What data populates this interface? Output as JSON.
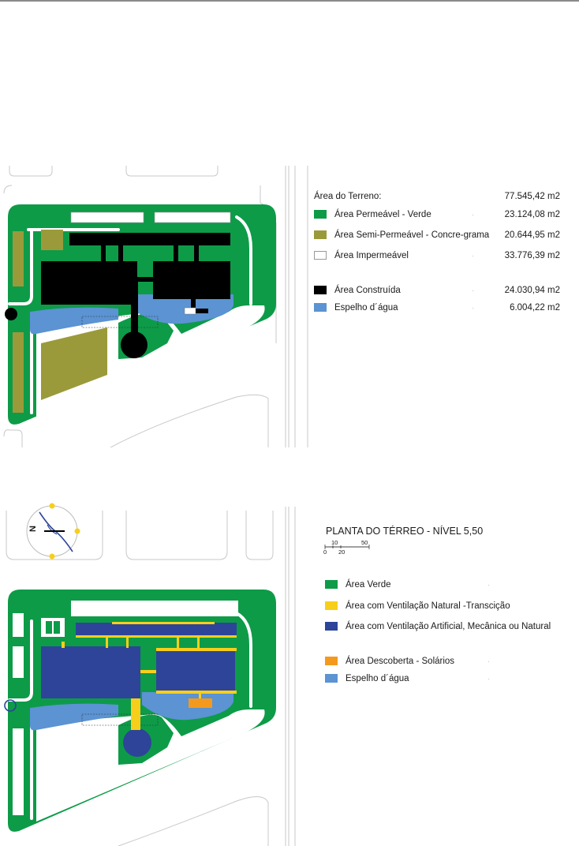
{
  "plan1": {
    "legend": {
      "terreno": {
        "label": "Área do Terreno:",
        "value": "77.545,42 m2"
      },
      "items": [
        {
          "label": "Área Permeável - Verde",
          "value": "23.124,08 m2",
          "color": "#0d9b48"
        },
        {
          "label": "Área Semi-Permeável - Concre-grama",
          "value": "20.644,95 m2",
          "color": "#9b9a3b"
        },
        {
          "label": "Área Impermeável",
          "value": "33.776,39 m2",
          "color": "#ffffff"
        },
        {
          "label": "Área Construída",
          "value": "24.030,94 m2",
          "color": "#000000"
        },
        {
          "label": "Espelho d´água",
          "value": "6.004,22 m2",
          "color": "#5b93d3"
        }
      ]
    }
  },
  "plan2": {
    "title": "PLANTA DO TÉRREO - NÍVEL 5,50",
    "scale": {
      "top": [
        "10",
        "50"
      ],
      "bottom": [
        "0",
        "20"
      ]
    },
    "compass_letter": "N",
    "legend": {
      "items": [
        {
          "label": "Área Verde",
          "color": "#0d9b48"
        },
        {
          "label": "Área com Ventilação Natural -Transcição",
          "color": "#f7cf1b"
        },
        {
          "label": "Área com Ventilação Artificial, Mecânica ou Natural",
          "color": "#2e4499"
        },
        {
          "label": "Área Descoberta - Solários",
          "color": "#f39a1e"
        },
        {
          "label": "Espelho d´água",
          "color": "#5b93d3"
        }
      ]
    }
  }
}
